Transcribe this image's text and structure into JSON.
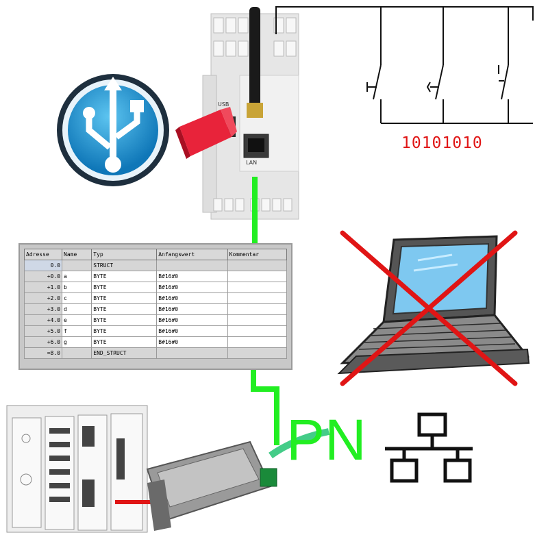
{
  "device": {
    "usb_label": "USB",
    "lan_label": "LAN"
  },
  "switch_panel": {
    "bit_pattern": "10101010"
  },
  "network_label": "PN",
  "table": {
    "columns": [
      "Adresse",
      "Name",
      "Typ",
      "Anfangswert",
      "Kommentar"
    ],
    "rows": [
      {
        "addr": "0.0",
        "name": "",
        "type": "STRUCT",
        "init": "",
        "comment": ""
      },
      {
        "addr": "+0.0",
        "name": "a",
        "type": "BYTE",
        "init": "B#16#0",
        "comment": ""
      },
      {
        "addr": "+1.0",
        "name": "b",
        "type": "BYTE",
        "init": "B#16#0",
        "comment": ""
      },
      {
        "addr": "+2.0",
        "name": "c",
        "type": "BYTE",
        "init": "B#16#0",
        "comment": ""
      },
      {
        "addr": "+3.0",
        "name": "d",
        "type": "BYTE",
        "init": "B#16#0",
        "comment": ""
      },
      {
        "addr": "+4.0",
        "name": "e",
        "type": "BYTE",
        "init": "B#16#0",
        "comment": ""
      },
      {
        "addr": "+5.0",
        "name": "f",
        "type": "BYTE",
        "init": "B#16#0",
        "comment": ""
      },
      {
        "addr": "+6.0",
        "name": "g",
        "type": "BYTE",
        "init": "B#16#0",
        "comment": ""
      },
      {
        "addr": "=8.0",
        "name": "",
        "type": "END_STRUCT",
        "init": "",
        "comment": ""
      }
    ]
  },
  "colors": {
    "link": "#22ee22",
    "cross": "#e01515",
    "usb_blue": "#1a8fd0"
  }
}
